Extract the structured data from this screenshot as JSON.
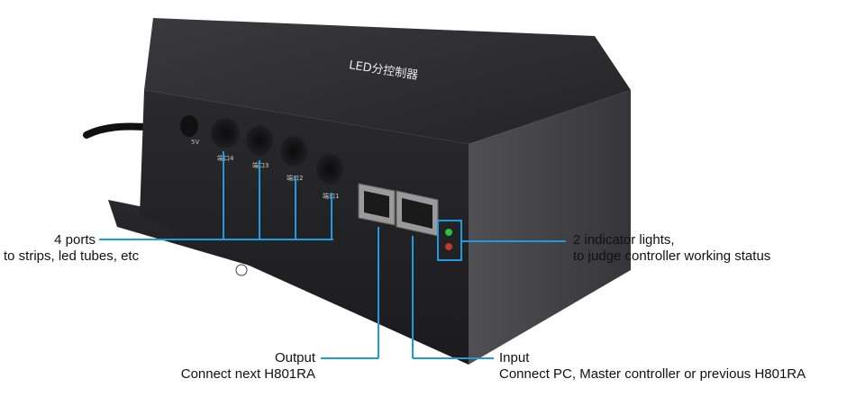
{
  "device": {
    "top_text": "LED分控制器",
    "voltage_text": "5V",
    "port_labels": [
      "端口4",
      "端口3",
      "端口2",
      "端口1"
    ]
  },
  "callouts": {
    "ports": {
      "line1": "4 ports",
      "line2": "to strips, led tubes, etc"
    },
    "indicators": {
      "line1": "2 indicator lights,",
      "line2": "to judge controller working status"
    },
    "output": {
      "line1": "Output",
      "line2": "Connect next H801RA"
    },
    "input": {
      "line1": "Input",
      "line2": "Connect PC, Master controller or previous H801RA"
    }
  },
  "colors": {
    "accent": "#1e9be0",
    "body_dark": "#2b2b2d",
    "body_light": "#4a4a4d",
    "led_green": "#2fbf3a",
    "led_red": "#c0392b"
  }
}
